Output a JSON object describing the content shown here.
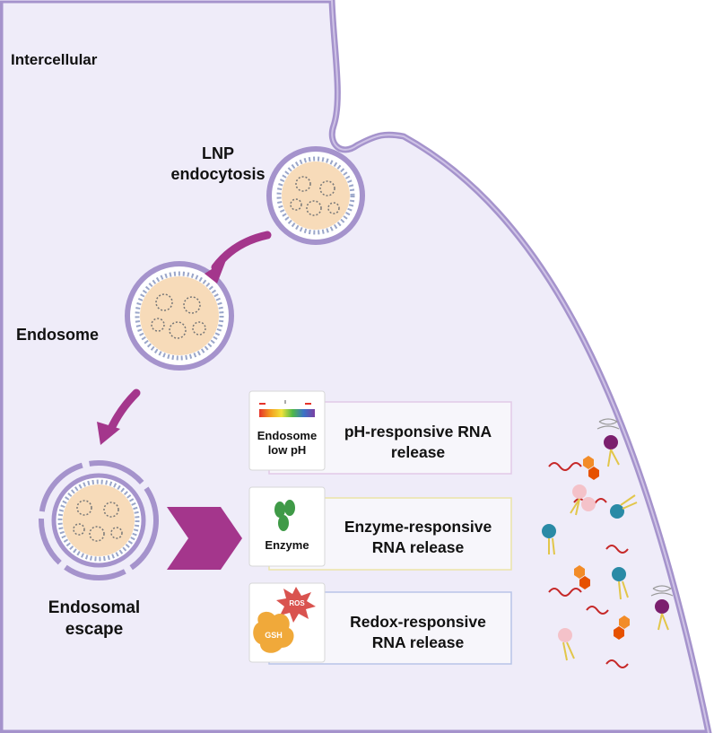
{
  "labels": {
    "intercellular": "Intercellular",
    "lnp_endocytosis": "LNP\nendocytosis",
    "endosome": "Endosome",
    "endosomal_escape": "Endosomal\nescape"
  },
  "pathways": [
    {
      "text": "pH-responsive RNA\nrelease",
      "icon_label": "Endosome\nlow pH"
    },
    {
      "text": "Enzyme-responsive\nRNA release",
      "icon_label": "Enzyme"
    },
    {
      "text": "Redox-responsive\nRNA release",
      "icon_badge": "ROS",
      "icon_blob": "GSH"
    }
  ],
  "colors": {
    "cytoplasm": "#efecf9",
    "membrane": "#a593cc",
    "arrow": "#a4368c",
    "lnp_core": "#f4cfa1"
  }
}
